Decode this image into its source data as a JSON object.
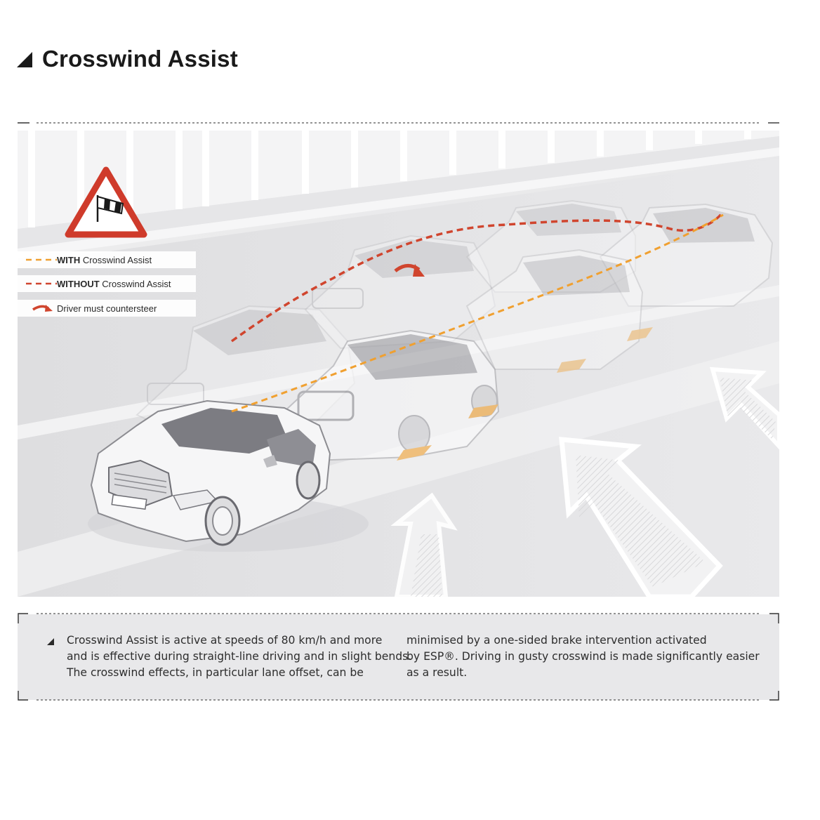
{
  "title": "Crosswind Assist",
  "legend": {
    "with_bold": "WITH",
    "with_rest": " Crosswind Assist",
    "without_bold": "WITHOUT",
    "without_rest": " Crosswind Assist",
    "countersteer": "Driver must countersteer"
  },
  "description": {
    "col1": [
      "Crosswind Assist is active at speeds of 80 km/h and more",
      "and is effective during straight-line driving and in slight bends.",
      "The crosswind effects, in particular lane offset, can be"
    ],
    "col2": [
      "minimised by a one-sided brake intervention activated",
      "by ESP®. Driving in gusty crosswind is made significantly easier",
      "as a result."
    ]
  },
  "icons": {
    "warning_sign": "crosswind-warning-sign-icon",
    "wind_arrow": "wind-arrow-icon",
    "countersteer_arrow": "countersteer-arrow-icon"
  },
  "colors": {
    "with_path": "#f0a030",
    "without_path": "#d0452e",
    "sign_border": "#cf3b2b",
    "text_box_bg": "#e8e8ea",
    "title": "#1a1a1a"
  }
}
